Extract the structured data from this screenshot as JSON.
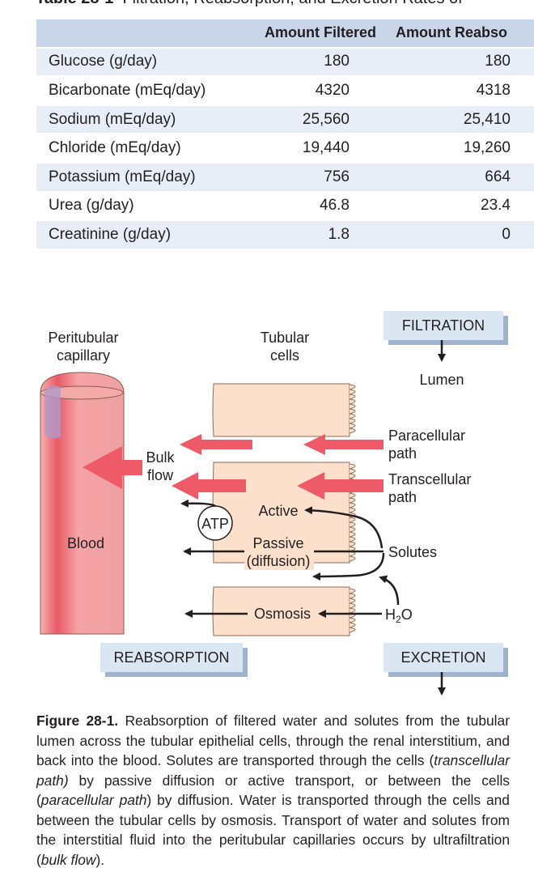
{
  "table": {
    "caption_label": "Table 28-1",
    "caption_title": "Filtration, Reabsorption, and Excretion Rates of",
    "headers": [
      "",
      "Amount Filtered",
      "Amount Reabso"
    ],
    "rows": [
      {
        "label": "Glucose (g/day)",
        "filtered": "180",
        "reabsorbed": "180"
      },
      {
        "label": "Bicarbonate (mEq/day)",
        "filtered": "4320",
        "reabsorbed": "4318"
      },
      {
        "label": "Sodium (mEq/day)",
        "filtered": "25,560",
        "reabsorbed": "25,410"
      },
      {
        "label": "Chloride (mEq/day)",
        "filtered": "19,440",
        "reabsorbed": "19,260"
      },
      {
        "label": "Potassium (mEq/day)",
        "filtered": "756",
        "reabsorbed": "664"
      },
      {
        "label": "Urea (g/day)",
        "filtered": "46.8",
        "reabsorbed": "23.4"
      },
      {
        "label": "Creatinine (g/day)",
        "filtered": "1.8",
        "reabsorbed": "0"
      }
    ]
  },
  "diagram": {
    "filtration": "FILTRATION",
    "lumen": "Lumen",
    "peritubular_1": "Peritubular",
    "peritubular_2": "capillary",
    "tubular_1": "Tubular",
    "tubular_2": "cells",
    "bulk_1": "Bulk",
    "bulk_2": "flow",
    "paracellular_1": "Paracellular",
    "paracellular_2": "path",
    "transcellular_1": "Transcellular",
    "transcellular_2": "path",
    "atp": "ATP",
    "active": "Active",
    "blood": "Blood",
    "passive_1": "Passive",
    "passive_2": "(diffusion)",
    "solutes": "Solutes",
    "osmosis": "Osmosis",
    "h2o_main": "H",
    "h2o_sub": "2",
    "h2o_end": "O",
    "reabsorption": "REABSORPTION",
    "excretion": "EXCRETION",
    "colors": {
      "box_fill": "#dbe6f3",
      "box_shadow": "#9fb3cf",
      "capillary": "#f4a8a8",
      "capillary_dark": "#e86a72",
      "cells": "#fce0cc",
      "red_arrow": "#ee5a68"
    }
  },
  "figure_caption": {
    "lead": "Figure 28-1.",
    "body_1": " Reabsorption of filtered water and solutes from the tubular lumen across the tubular epithelial cells, through the renal interstitium, and back into the blood. Solutes are transported through the cells (",
    "italic_1": "transcellular path)",
    "body_2": " by passive diffusion or active transport, or between the cells (",
    "italic_2": "paracellular path",
    "body_3": ") by diffusion. Water is transported through the cells and between the tubular cells by osmosis. Transport of water and solutes from the interstitial fluid into the peritubular capillaries occurs by ultrafiltration (",
    "italic_3": "bulk flow",
    "body_4": ")."
  }
}
